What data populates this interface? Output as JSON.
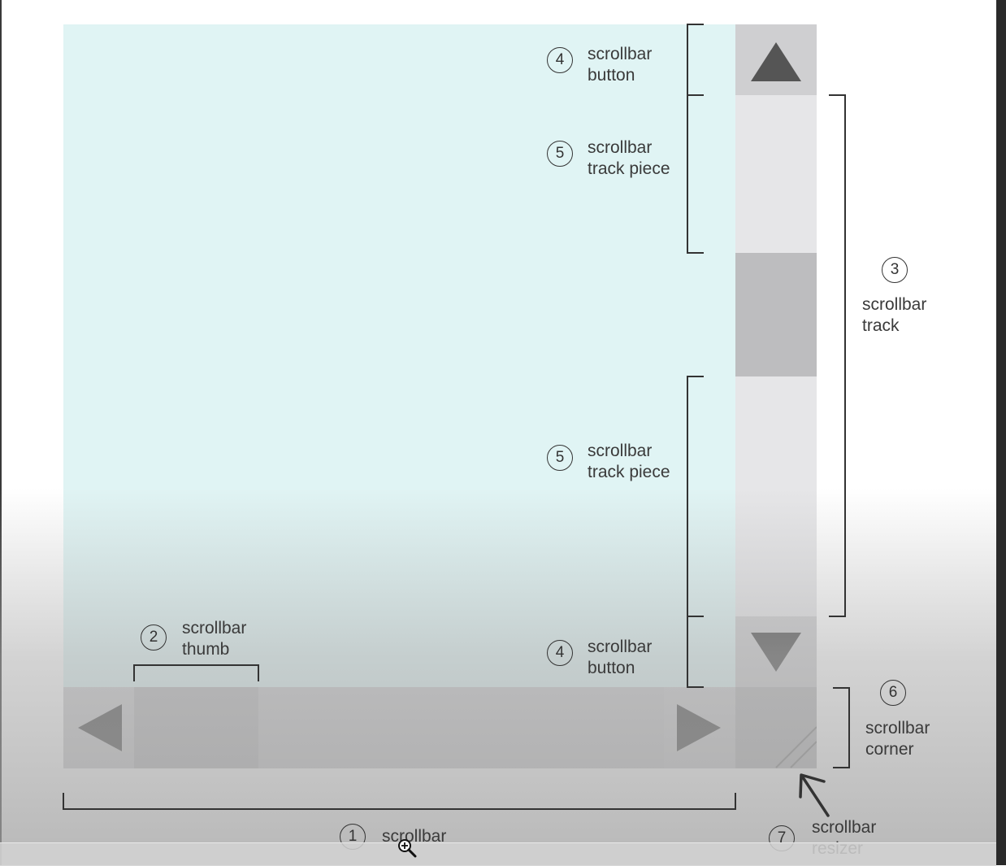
{
  "parts": [
    {
      "number": "1",
      "label": "scrollbar"
    },
    {
      "number": "2",
      "label": "scrollbar thumb",
      "line1": "scrollbar",
      "line2": "thumb"
    },
    {
      "number": "3",
      "label": "scrollbar track",
      "line1": "scrollbar",
      "line2": "track"
    },
    {
      "number": "4",
      "label": "scrollbar button",
      "line1": "scrollbar",
      "line2": "button"
    },
    {
      "number": "5",
      "label": "scrollbar track piece",
      "line1": "scrollbar",
      "line2": "track piece"
    },
    {
      "number": "6",
      "label": "scrollbar corner",
      "line1": "scrollbar",
      "line2": "corner"
    },
    {
      "number": "7",
      "label": "scrollbar resizer",
      "line1": "scrollbar",
      "line2": "resizer"
    }
  ],
  "colors": {
    "viewport": "#e0f4f4",
    "button": "#cfcfd1",
    "track_piece": "#e6e6e8",
    "thumb": "#bdbdbf",
    "arrow": "#555555",
    "bracket": "#333333"
  },
  "icons": {
    "up": "triangle-up",
    "down": "triangle-down",
    "left": "triangle-left",
    "right": "triangle-right",
    "resizer": "diagonal-grip",
    "pointer": "arrow-up-left",
    "zoom_cursor": "magnifier-plus"
  }
}
